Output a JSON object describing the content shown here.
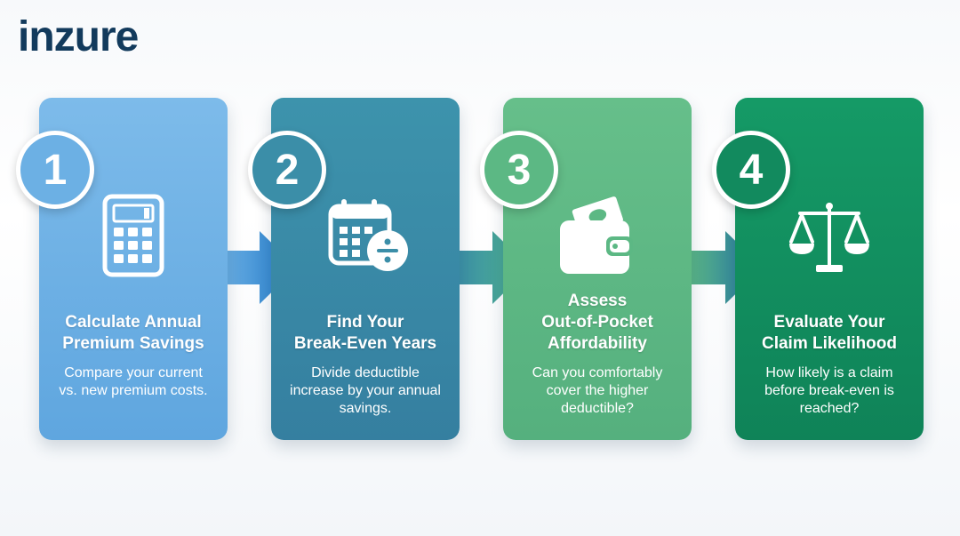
{
  "brand": {
    "logo_text": "inzure"
  },
  "steps": [
    {
      "number": "1",
      "title_lines": [
        "Calculate Annual",
        "Premium Savings"
      ],
      "description": "Compare your current vs. new premium costs.",
      "icon": "calculator-icon",
      "color": "#6cb0e4"
    },
    {
      "number": "2",
      "title_lines": [
        "Find Your",
        "Break-Even Years"
      ],
      "description": "Divide deductible increase by your annual savings.",
      "icon": "calendar-divide-icon",
      "color": "#3b8ea8"
    },
    {
      "number": "3",
      "title_lines": [
        "Assess",
        "Out-of-Pocket",
        "Affordability"
      ],
      "description": "Can you comfortably cover the higher deductible?",
      "icon": "wallet-icon",
      "color": "#5cb884"
    },
    {
      "number": "4",
      "title_lines": [
        "Evaluate Your",
        "Claim Likelihood"
      ],
      "description": "How likely is a claim before break-even is reached?",
      "icon": "scales-icon",
      "color": "#128a5e"
    }
  ],
  "colors": {
    "logo": "#123a5c",
    "step1": "#6cb0e4",
    "step2": "#3b8ea8",
    "step3": "#5cb884",
    "step4": "#128a5e"
  }
}
